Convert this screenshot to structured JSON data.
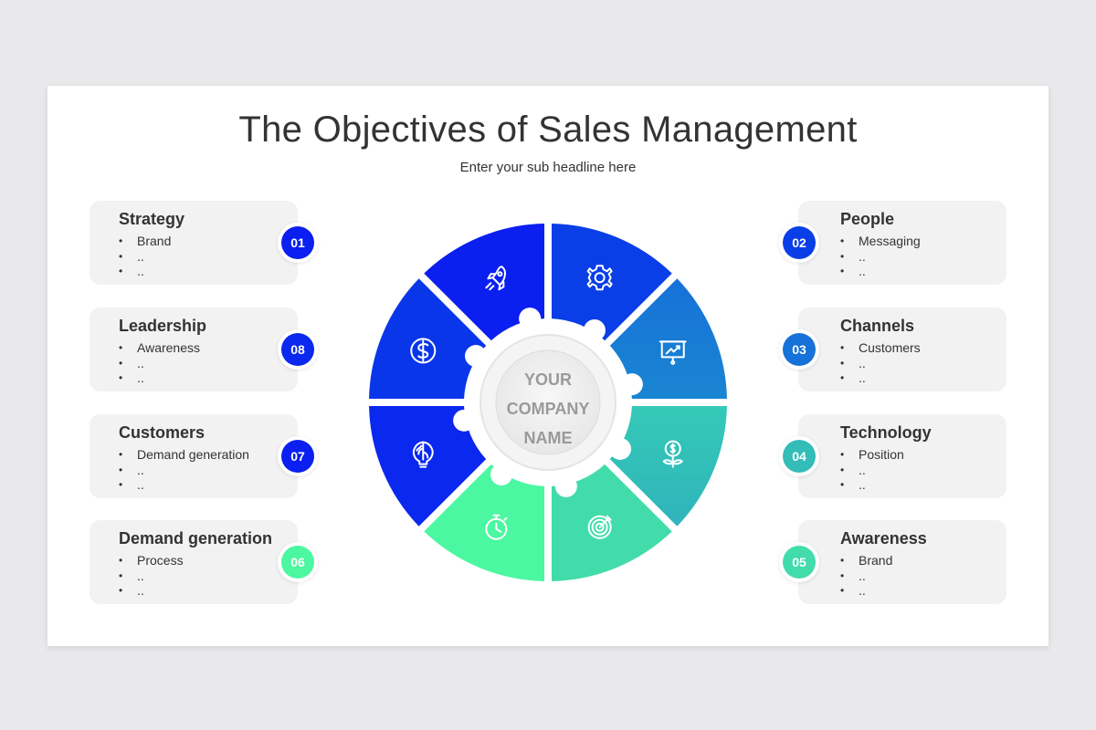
{
  "title": "The Objectives of Sales Management",
  "subtitle": "Enter your sub headline here",
  "center": {
    "line1": "YOUR",
    "line2": "COMPANY",
    "line3": "NAME"
  },
  "colors": {
    "seg_dark_blue": "#0a1ff0",
    "seg_blue": "#0a3ee6",
    "seg_mid_blue": "#1671d8",
    "seg_teal": "#33bcb8",
    "seg_green_teal": "#41dcaa",
    "seg_green": "#4bf7a0",
    "card_bg": "#f2f2f2",
    "center_text": "#9a9a9a"
  },
  "items": [
    {
      "num": "01",
      "title": "Strategy",
      "bullets": [
        "Brand",
        "..",
        ".."
      ],
      "color": "#0a1ff0",
      "icon": "rocket-icon"
    },
    {
      "num": "02",
      "title": "People",
      "bullets": [
        "Messaging",
        "..",
        ".."
      ],
      "color": "#0a3ee6",
      "icon": "gear-icon"
    },
    {
      "num": "03",
      "title": "Channels",
      "bullets": [
        "Customers",
        "..",
        ".."
      ],
      "color": "#1671d8",
      "icon": "presentation-chart-icon"
    },
    {
      "num": "04",
      "title": "Technology",
      "bullets": [
        "Position",
        "..",
        ".."
      ],
      "color": "#33bcb8",
      "icon": "money-plant-icon"
    },
    {
      "num": "05",
      "title": "Awareness",
      "bullets": [
        "Brand",
        "..",
        ".."
      ],
      "color": "#41dcaa",
      "icon": "target-icon"
    },
    {
      "num": "06",
      "title": "Demand generation",
      "bullets": [
        "Process",
        "..",
        ".."
      ],
      "color": "#4bf7a0",
      "icon": "stopwatch-icon"
    },
    {
      "num": "07",
      "title": "Customers",
      "bullets": [
        "Demand generation",
        "..",
        ".."
      ],
      "color": "#0a1ff0",
      "icon": "brain-bulb-icon"
    },
    {
      "num": "08",
      "title": "Leadership",
      "bullets": [
        "Awareness",
        "..",
        ".."
      ],
      "color": "#0a36ea",
      "icon": "dollar-icon"
    }
  ]
}
